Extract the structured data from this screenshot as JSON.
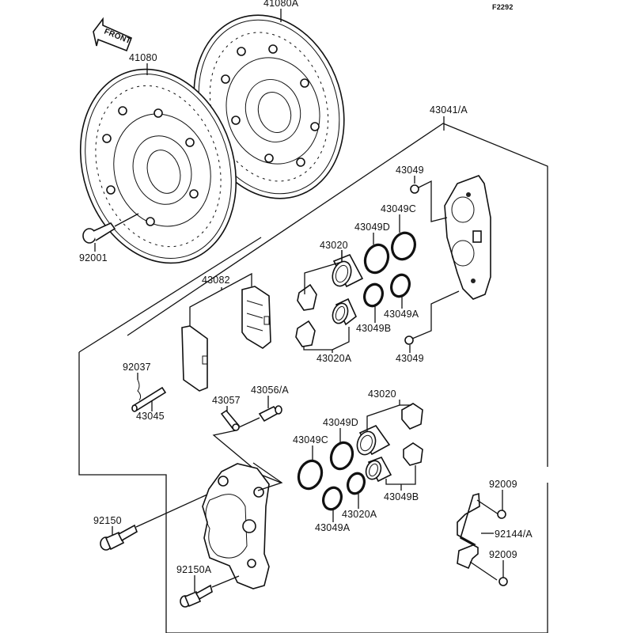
{
  "diagram": {
    "figure_code": "F2292",
    "direction_marker": "FRONT",
    "parts": [
      {
        "id": "disc-right",
        "label": "41080A",
        "name": "brake disc"
      },
      {
        "id": "disc-left",
        "label": "41080",
        "name": "brake disc"
      },
      {
        "id": "disc-bolt",
        "label": "92001",
        "name": "disc bolt"
      },
      {
        "id": "caliper-assy",
        "label": "43041/A",
        "name": "caliper assembly"
      },
      {
        "id": "nut-top",
        "label": "43049",
        "name": "nut"
      },
      {
        "id": "seal-c-upper",
        "label": "43049C",
        "name": "piston seal"
      },
      {
        "id": "seal-d-upper",
        "label": "43049D",
        "name": "piston seal"
      },
      {
        "id": "piston-upper",
        "label": "43020",
        "name": "piston"
      },
      {
        "id": "brake-pads",
        "label": "43082",
        "name": "brake pad set"
      },
      {
        "id": "seal-a-upper",
        "label": "43049A",
        "name": "dust seal"
      },
      {
        "id": "seal-b-upper",
        "label": "43049B",
        "name": "dust seal"
      },
      {
        "id": "piston-a-upper",
        "label": "43020A",
        "name": "piston"
      },
      {
        "id": "nut-bottom",
        "label": "43049",
        "name": "nut"
      },
      {
        "id": "clip",
        "label": "92037",
        "name": "clip"
      },
      {
        "id": "pad-pin",
        "label": "43045",
        "name": "pad pin"
      },
      {
        "id": "bleed-cap",
        "label": "43057",
        "name": "bleeder cap"
      },
      {
        "id": "bleed-valve",
        "label": "43056/A",
        "name": "bleed valve"
      },
      {
        "id": "piston-lower",
        "label": "43020",
        "name": "piston"
      },
      {
        "id": "seal-d-lower",
        "label": "43049D",
        "name": "piston seal"
      },
      {
        "id": "seal-c-lower",
        "label": "43049C",
        "name": "piston seal"
      },
      {
        "id": "seal-b-lower",
        "label": "43049B",
        "name": "dust seal"
      },
      {
        "id": "piston-a-lower",
        "label": "43020A",
        "name": "piston"
      },
      {
        "id": "seal-a-lower",
        "label": "43049A",
        "name": "dust seal"
      },
      {
        "id": "bolt-top-bracket",
        "label": "92009",
        "name": "bolt"
      },
      {
        "id": "bracket",
        "label": "92144/A",
        "name": "hose bracket"
      },
      {
        "id": "bolt-bottom-bracket",
        "label": "92009",
        "name": "bolt"
      },
      {
        "id": "caliper-bolt",
        "label": "92150",
        "name": "caliper mounting bolt"
      },
      {
        "id": "caliper-bolt-a",
        "label": "92150A",
        "name": "caliper mounting bolt"
      }
    ]
  }
}
